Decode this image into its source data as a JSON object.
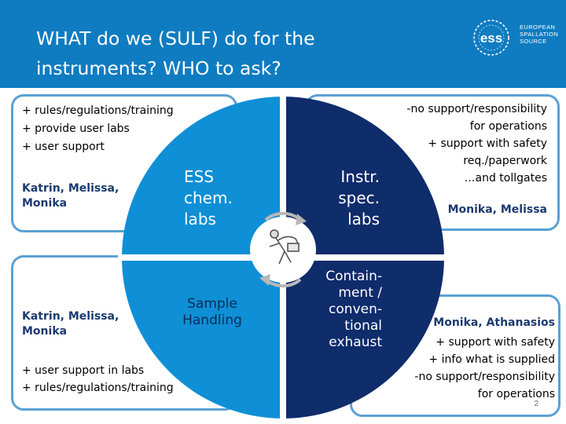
{
  "slide": {
    "title": "WHAT do we (SULF) do for the\ninstruments? WHO to ask?",
    "page_number": "2"
  },
  "logo": {
    "mark": "ess",
    "text": "EUROPEAN\nSPALLATION\nSOURCE"
  },
  "colors": {
    "header_blue": "#0f7cc1",
    "light_blue": "#0f8fd6",
    "navy": "#0f2c6b",
    "box_border": "#5aa1d3",
    "names": "#1b3a6e"
  },
  "quadrants": {
    "top_left": {
      "label": "ESS\nchem.\nlabs"
    },
    "top_right": {
      "label": "Instr.\nspec.\nlabs"
    },
    "bottom_left": {
      "label": "Sample\nHandling"
    },
    "bottom_right": {
      "label": "Contain-\nment /\nconven-\ntional\nexhaust"
    }
  },
  "center_icon": "cycle-arrows-icon",
  "boxes": {
    "top_left": {
      "items": "+ rules/regulations/training\n+ provide user labs\n+ user support",
      "names": "Katrin, Melissa,\nMonika"
    },
    "bottom_left": {
      "names": "Katrin, Melissa,\nMonika",
      "items": "+ user support in labs\n+ rules/regulations/training"
    },
    "top_right": {
      "items": "-no support/responsibility\nfor operations\n+ support with safety\nreq./paperwork\n…and tollgates",
      "names": "Monika, Melissa"
    },
    "bottom_right": {
      "names": "Monika, Athanasios",
      "items": "+ support with safety\n+ info what is supplied\n-no support/responsibility\nfor operations"
    }
  }
}
